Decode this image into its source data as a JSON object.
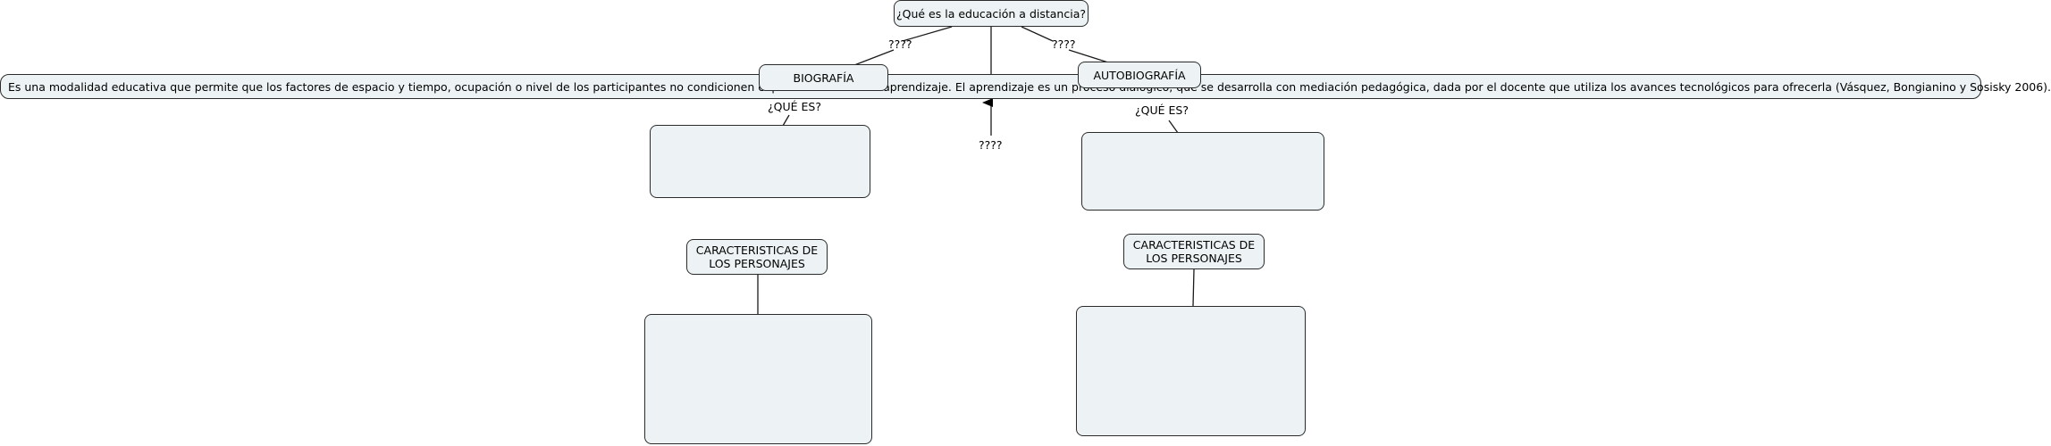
{
  "map": {
    "root": "¿Qué es la educación a distancia?",
    "definition": "Es una modalidad educativa que permite que los factores de espacio y tiempo, ocupación o nivel de los participantes no condicionen el proceso enseñanza aprendizaje. El aprendizaje es un proceso dialógico, que se desarrolla con mediación pedagógica, dada por el docente que utiliza los avances tecnológicos para ofrecerla (Vásquez, Bongianino y Sosisky 2006).",
    "link_left": "????",
    "link_right": "????",
    "link_center": "????",
    "biography": "BIOGRAFÍA",
    "autobiography": "AUTOBIOGRAFÍA",
    "que_es_left": "¿QUÉ ES?",
    "que_es_right": "¿QUÉ ES?",
    "characters_left": "CARACTERISTICAS DE LOS PERSONAJES",
    "characters_right": "CARACTERISTICAS DE  LOS  PERSONAJES",
    "empty_box_text": ""
  },
  "colors": {
    "node_fill": "#edf3f4",
    "node_border": "#2b2b2b",
    "connector": "#1a1a1a"
  }
}
